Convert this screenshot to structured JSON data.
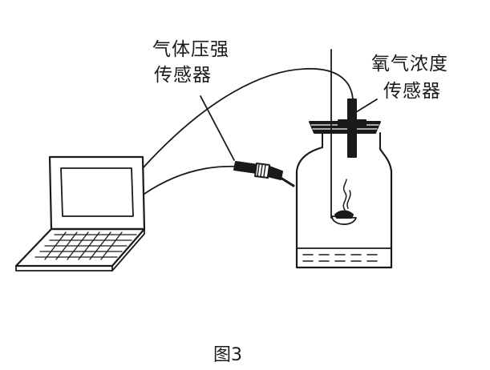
{
  "labels": {
    "pressure_sensor_line1": "气体压强",
    "pressure_sensor_line2": "传感器",
    "oxygen_sensor_line1": "氧气浓度",
    "oxygen_sensor_line2": "传感器"
  },
  "caption": "图3"
}
